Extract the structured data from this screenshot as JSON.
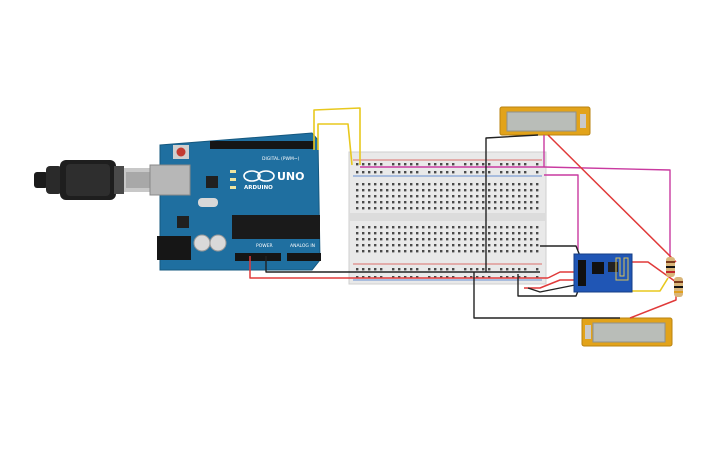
{
  "arduino": {
    "brand": "ARDUINO",
    "model": "UNO",
    "header_label": "DIGITAL (PWM~)",
    "power_label": "POWER",
    "analog_label": "ANALOG IN"
  },
  "colors": {
    "board": "#1f6fa0",
    "breadboard": "#e9e9e9",
    "wire_red": "#e03a3a",
    "wire_black": "#222222",
    "wire_pink": "#c93aa0",
    "wire_yellow": "#e8c81e",
    "lcd_frame": "#e2a31a",
    "lcd_screen": "#b9bdb8",
    "esp_board": "#2056b5"
  },
  "components": [
    {
      "id": "usb-cable",
      "name": "USB cable"
    },
    {
      "id": "arduino-uno",
      "name": "Arduino Uno"
    },
    {
      "id": "breadboard",
      "name": "Breadboard"
    },
    {
      "id": "lcd-top",
      "name": "LCD display"
    },
    {
      "id": "lcd-bottom",
      "name": "LCD display"
    },
    {
      "id": "esp8266",
      "name": "ESP8266 module"
    },
    {
      "id": "resistor-1",
      "name": "Resistor"
    },
    {
      "id": "resistor-2",
      "name": "Resistor"
    }
  ]
}
